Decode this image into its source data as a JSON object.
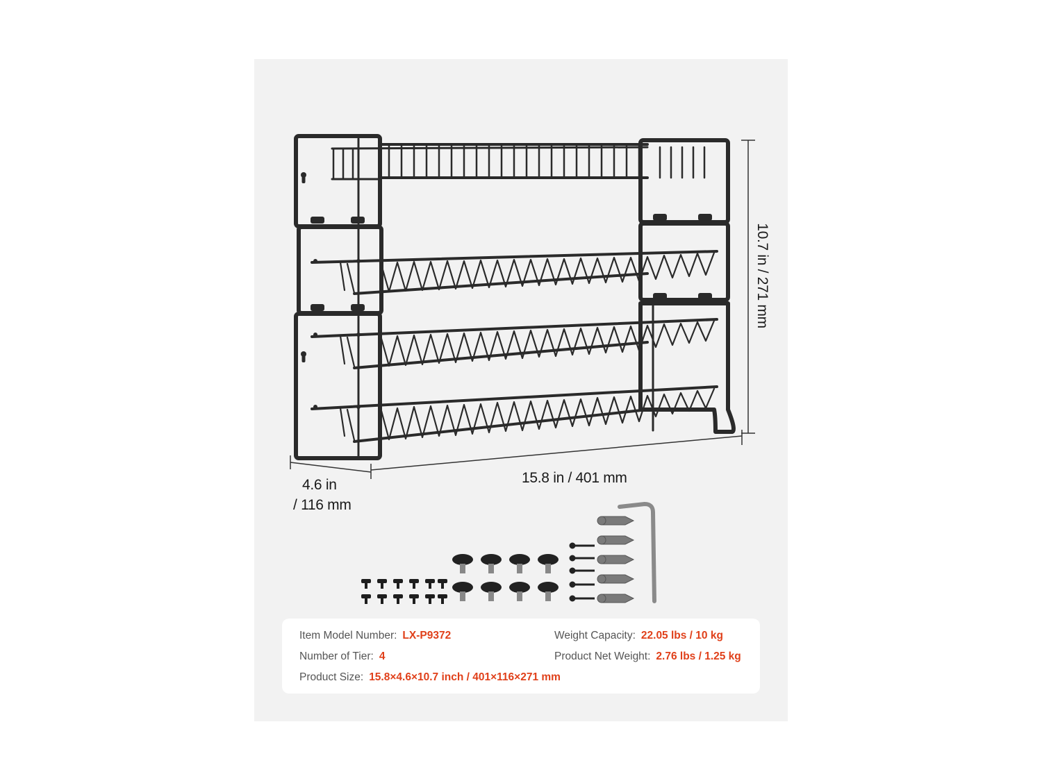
{
  "dimensions": {
    "height_label": "10.7 in / 271 mm",
    "width_label": "15.8 in / 401 mm",
    "depth_label_line1": "4.6 in",
    "depth_label_line2": "/ 116 mm"
  },
  "specs": {
    "model_key": "Item Model Number:",
    "model_val": "LX-P9372",
    "tier_key": "Number of Tier:",
    "tier_val": "4",
    "size_key": "Product Size:",
    "size_val": "15.8×4.6×10.7 inch / 401×116×271 mm",
    "capacity_key": "Weight Capacity:",
    "capacity_val": "22.05 lbs / 10 kg",
    "net_weight_key": "Product Net Weight:",
    "net_weight_val": "2.76 lbs / 1.25 kg"
  },
  "colors": {
    "accent": "#e0401a",
    "panel_background": "#f2f2f2",
    "rack_metal": "#2a2a2a"
  },
  "icons": {
    "product": "wire-shelf-rack",
    "accessories": [
      "screw",
      "leveling-foot",
      "wall-anchor",
      "allen-key"
    ]
  }
}
